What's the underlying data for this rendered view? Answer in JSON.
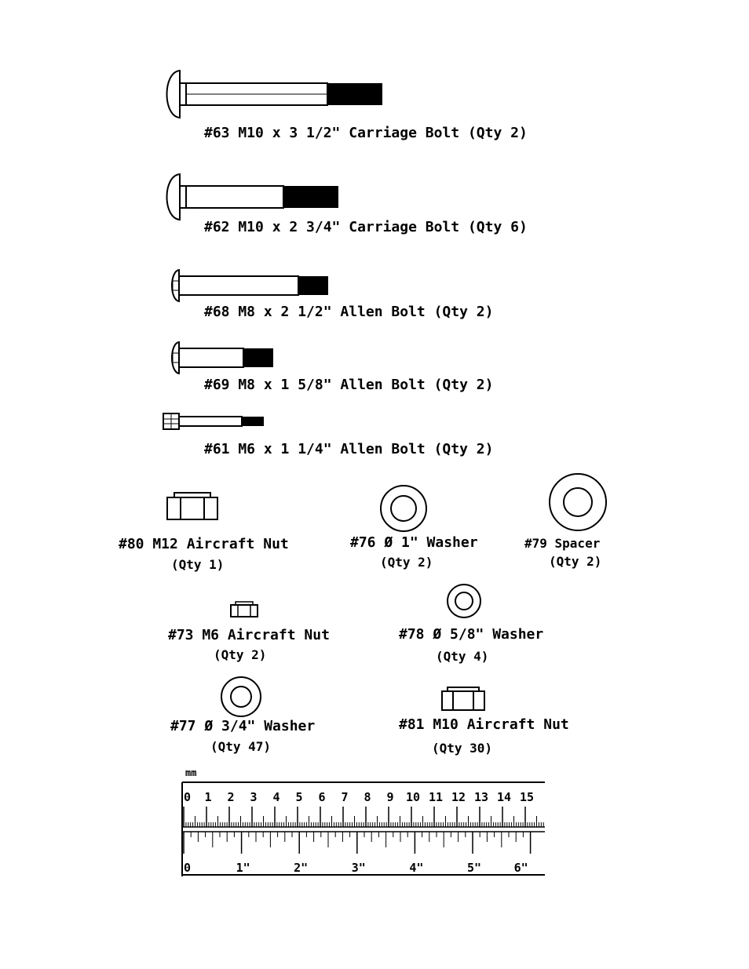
{
  "hardware": {
    "b63": {
      "label": "#63 M10 x 3 1/2\" Carriage Bolt (Qty 2)"
    },
    "b62": {
      "label": "#62 M10 x 2 3/4\" Carriage Bolt (Qty 6)"
    },
    "b68": {
      "label": "#68 M8 x 2 1/2\" Allen Bolt (Qty 2)"
    },
    "b69": {
      "label": "#69 M8 x 1 5/8\" Allen Bolt (Qty 2)"
    },
    "b61": {
      "label": "#61 M6 x 1 1/4\" Allen Bolt (Qty 2)"
    },
    "n80": {
      "label": "#80 M12 Aircraft Nut",
      "qty": "(Qty 1)"
    },
    "w76": {
      "label": "#76 Ø 1\" Washer",
      "qty": "(Qty 2)"
    },
    "s79": {
      "label": "#79 Spacer",
      "qty": "(Qty 2)"
    },
    "n73": {
      "label": "#73 M6 Aircraft Nut",
      "qty": "(Qty 2)"
    },
    "w78": {
      "label": "#78 Ø 5/8\" Washer",
      "qty": "(Qty 4)"
    },
    "w77": {
      "label": "#77 Ø 3/4\" Washer",
      "qty": "(Qty 47)"
    },
    "n81": {
      "label": "#81 M10 Aircraft Nut",
      "qty": "(Qty 30)"
    }
  },
  "ruler": {
    "unit_label": "mm",
    "metric_labels": [
      "0",
      "1",
      "2",
      "3",
      "4",
      "5",
      "6",
      "7",
      "8",
      "9",
      "10",
      "11",
      "12",
      "13",
      "14",
      "15"
    ],
    "inch_labels": [
      "0",
      "1\"",
      "2\"",
      "3\"",
      "4\"",
      "5\"",
      "6\""
    ]
  }
}
